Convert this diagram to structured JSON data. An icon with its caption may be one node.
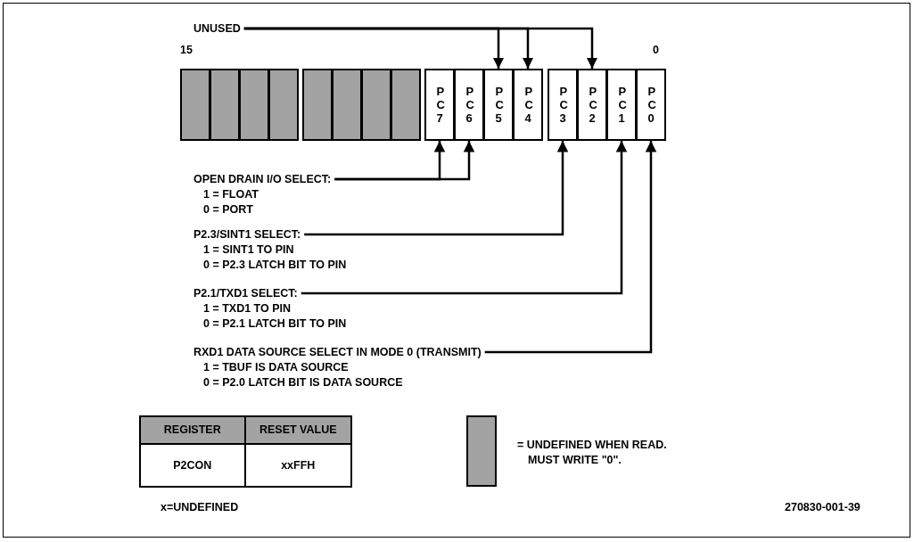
{
  "diagram": {
    "nodes": [
      {
        "text": [
          "UNUSED"
        ]
      },
      {
        "text": [],
        "shape": "box"
      },
      {
        "text": [],
        "shape": "box"
      },
      {
        "text": [],
        "shape": "box"
      },
      {
        "text": [],
        "shape": "box"
      },
      {
        "text": [],
        "shape": "box"
      },
      {
        "text": [],
        "shape": "box"
      },
      {
        "text": [],
        "shape": "box"
      },
      {
        "text": [],
        "shape": "box"
      },
      {
        "text": [
          "P C 7"
        ]
      },
      {
        "text": [
          "P C 6"
        ]
      },
      {
        "text": [
          "P C 5"
        ]
      },
      {
        "text": [
          "P C 4"
        ]
      },
      {
        "text": [
          "P C 3"
        ]
      },
      {
        "text": [
          "P C 2"
        ]
      },
      {
        "text": [
          "P C 1"
        ]
      },
      {
        "text": [
          "P C 0"
        ]
      },
      {
        "text": [
          "OPEN DRAIN I/O SELECT:"
        ],
        "beside": [
          "1 = FLOAT",
          "0 = PORT"
        ]
      },
      {
        "text": [
          "P2.3/SINT1 SELECT:"
        ],
        "beside": [
          "1 = SINT1 TO PIN",
          "0 = P2.3 LATCH BIT TO PIN"
        ]
      },
      {
        "text": [
          "P2.1/TXD1 SELECT:"
        ],
        "beside": [
          "1 = TXD1 TO PIN",
          "0 = P2.1 LATCH BIT TO PIN"
        ]
      },
      {
        "text": [
          "RXD1 DATA SOURCE SELECT IN MODE 0 (TRANSMIT)"
        ],
        "beside": [
          "1 = TBUF IS DATA SOURCE",
          "0 = P2.0 LATCH BIT IS DATA SOURCE"
        ]
      }
    ],
    "edges": [
      {
        "from": 0,
        "to": 11,
        "arrow": "to"
      },
      {
        "from": 0,
        "to": 12,
        "arrow": "to"
      },
      {
        "from": 0,
        "to": 14,
        "arrow": "to"
      },
      {
        "from": 17,
        "to": 9,
        "arrow": "to"
      },
      {
        "from": 17,
        "to": 10,
        "arrow": "to"
      },
      {
        "from": 18,
        "to": 13,
        "arrow": "to"
      },
      {
        "from": 19,
        "to": 15,
        "arrow": "to"
      },
      {
        "from": 20,
        "to": 16,
        "arrow": "to"
      }
    ],
    "labels": [
      "15",
      "0",
      "REGISTER",
      "RESET VALUE",
      "P2CON",
      "xxFFH",
      "x=UNDEFINED",
      "270830-001-39"
    ],
    "legend": [
      {
        "text": "= UNDEFINED WHEN READ. MUST WRITE \"0\"."
      }
    ]
  }
}
